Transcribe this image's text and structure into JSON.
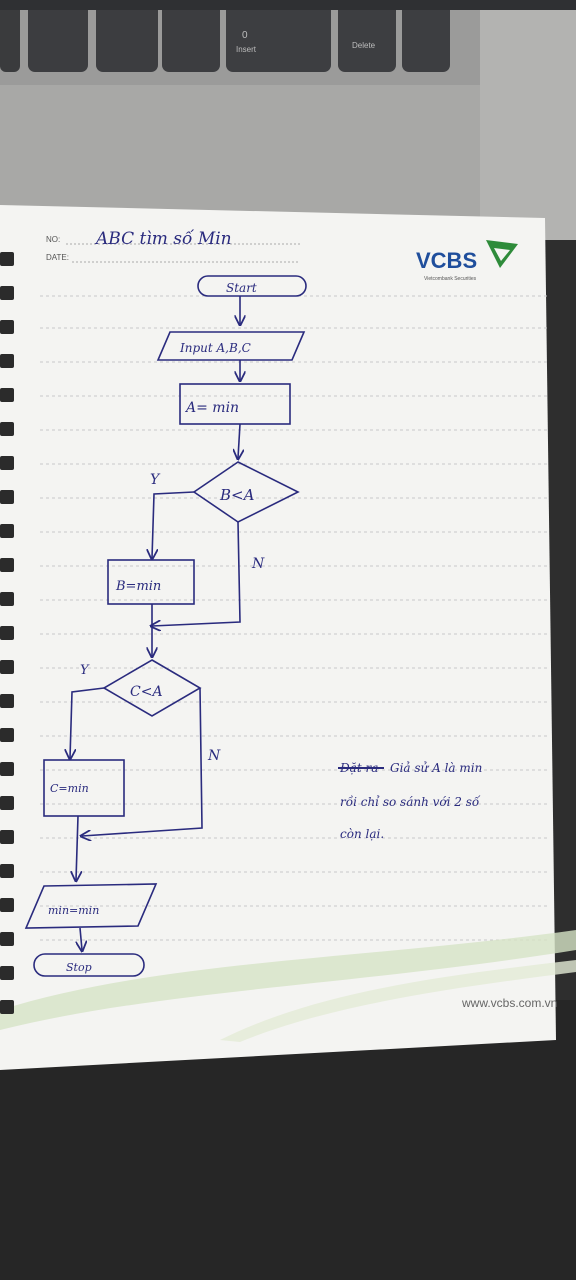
{
  "laptop": {
    "keys": {
      "insert": "Insert",
      "delete": "Delete",
      "zero": "0"
    }
  },
  "notebook": {
    "no_label": "NO:",
    "date_label": "DATE:",
    "handwritten_title": "ABC tìm số Min",
    "brand": {
      "name": "VCBS",
      "tagline": "Vietcombank Securities",
      "website": "www.vcbs.com.vn",
      "color": "#1f4e9c",
      "accent": "#2e8b3a"
    },
    "ink_color": "#2a2b7e",
    "flowchart": {
      "start": "Start",
      "input": "Input A,B,C",
      "assign_a": "A= min",
      "cond_b": "B<A",
      "assign_b": "B=min",
      "cond_c": "C<A",
      "assign_c": "C=min",
      "output": "min=min",
      "stop": "Stop",
      "yes": "Y",
      "no": "N"
    },
    "side_note": {
      "strike": "Đặt ra",
      "line1": "Giả sử A là min",
      "line2": "rồi chỉ so sánh với 2 số",
      "line3": "còn lại."
    }
  }
}
